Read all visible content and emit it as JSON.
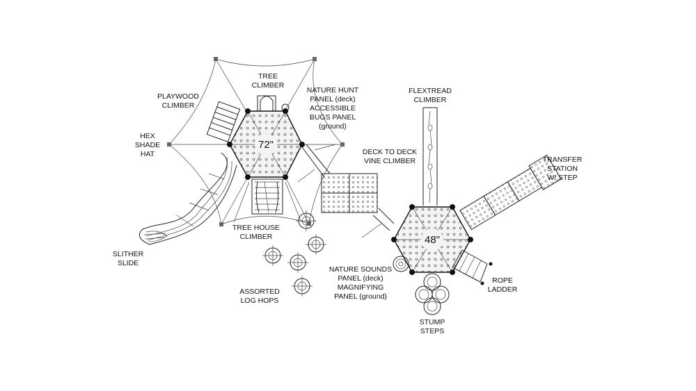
{
  "labels": {
    "tree_climber": [
      "TREE",
      "CLIMBER"
    ],
    "playwood_climber": [
      "PLAYWOOD",
      "CLIMBER"
    ],
    "nature_hunt": [
      "NATURE HUNT",
      "PANEL (deck)",
      "ACCESSIBLE",
      "BUGS PANEL",
      "(ground)"
    ],
    "hex_shade_hat": [
      "HEX",
      "SHADE",
      "HAT"
    ],
    "deck_to_deck": [
      "DECK TO DECK",
      "VINE CLIMBER"
    ],
    "flextread_climber": [
      "FLEXTREAD",
      "CLIMBER"
    ],
    "transfer_station": [
      "TRANSFER",
      "STATION",
      "W/ STEP"
    ],
    "tree_house_climber": [
      "TREE HOUSE",
      "CLIMBER"
    ],
    "slither_slide": [
      "SLITHER",
      "SLIDE"
    ],
    "assorted_log_hops": [
      "ASSORTED",
      "LOG HOPS"
    ],
    "nature_sounds": [
      "NATURE SOUNDS",
      "PANEL (deck)",
      "MAGNIFYING",
      "PANEL (ground)"
    ],
    "rope_ladder": [
      "ROPE",
      "LADDER"
    ],
    "stump_steps": [
      "STUMP",
      "STEPS"
    ]
  },
  "deck_heights": {
    "upper": "72\"",
    "lower": "48\""
  }
}
